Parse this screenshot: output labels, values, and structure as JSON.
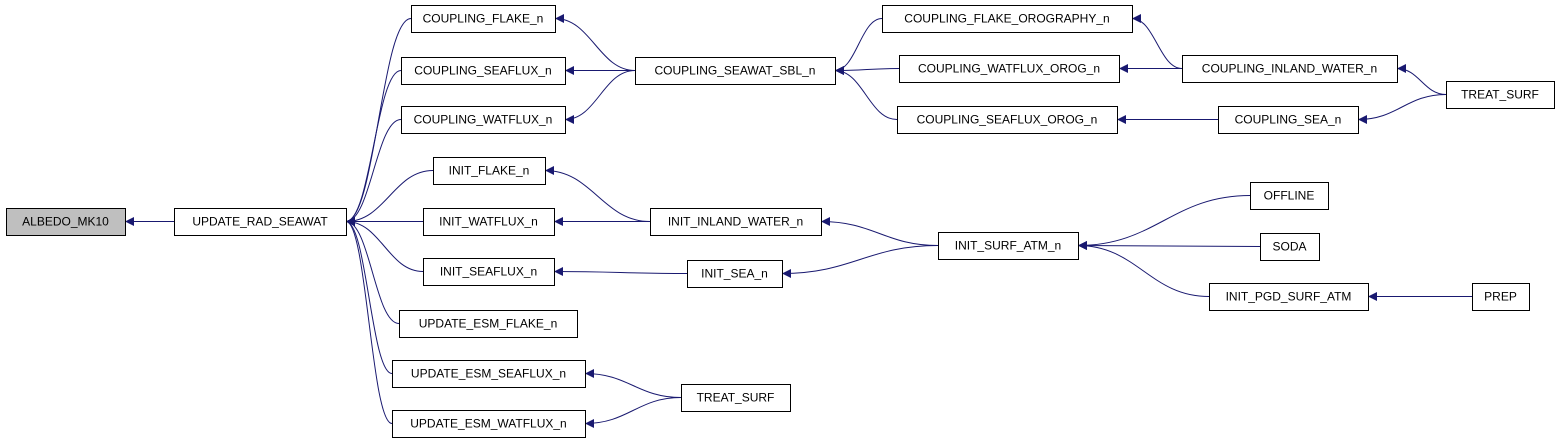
{
  "graph": {
    "edge_color": "#191970",
    "root_fill": "#bfbfbf",
    "nodes": [
      {
        "id": "albedo",
        "label": "ALBEDO_MK10",
        "root": true
      },
      {
        "id": "update_rad",
        "label": "UPDATE_RAD_SEAWAT"
      },
      {
        "id": "c_flake",
        "label": "COUPLING_FLAKE_n"
      },
      {
        "id": "c_seaflux",
        "label": "COUPLING_SEAFLUX_n"
      },
      {
        "id": "c_watflux",
        "label": "COUPLING_WATFLUX_n"
      },
      {
        "id": "i_flake",
        "label": "INIT_FLAKE_n"
      },
      {
        "id": "i_watflux",
        "label": "INIT_WATFLUX_n"
      },
      {
        "id": "i_seaflux",
        "label": "INIT_SEAFLUX_n"
      },
      {
        "id": "u_esm_flake",
        "label": "UPDATE_ESM_FLAKE_n"
      },
      {
        "id": "u_esm_seaflux",
        "label": "UPDATE_ESM_SEAFLUX_n"
      },
      {
        "id": "u_esm_watflux",
        "label": "UPDATE_ESM_WATFLUX_n"
      },
      {
        "id": "c_seawat_sbl",
        "label": "COUPLING_SEAWAT_SBL_n"
      },
      {
        "id": "i_inland",
        "label": "INIT_INLAND_WATER_n"
      },
      {
        "id": "i_sea",
        "label": "INIT_SEA_n"
      },
      {
        "id": "treat_surf_a",
        "label": "TREAT_SURF"
      },
      {
        "id": "c_flake_orog",
        "label": "COUPLING_FLAKE_OROGRAPHY_n"
      },
      {
        "id": "c_watflux_orog",
        "label": "COUPLING_WATFLUX_OROG_n"
      },
      {
        "id": "c_seaflux_orog",
        "label": "COUPLING_SEAFLUX_OROG_n"
      },
      {
        "id": "i_surf_atm",
        "label": "INIT_SURF_ATM_n"
      },
      {
        "id": "c_inland",
        "label": "COUPLING_INLAND_WATER_n"
      },
      {
        "id": "c_sea",
        "label": "COUPLING_SEA_n"
      },
      {
        "id": "offline",
        "label": "OFFLINE"
      },
      {
        "id": "soda",
        "label": "SODA"
      },
      {
        "id": "i_pgd",
        "label": "INIT_PGD_SURF_ATM"
      },
      {
        "id": "treat_surf_b",
        "label": "TREAT_SURF"
      },
      {
        "id": "prep",
        "label": "PREP"
      }
    ],
    "edges": [
      {
        "from": "update_rad",
        "to": "albedo"
      },
      {
        "from": "c_flake",
        "to": "update_rad"
      },
      {
        "from": "c_seaflux",
        "to": "update_rad"
      },
      {
        "from": "c_watflux",
        "to": "update_rad"
      },
      {
        "from": "i_flake",
        "to": "update_rad"
      },
      {
        "from": "i_watflux",
        "to": "update_rad"
      },
      {
        "from": "i_seaflux",
        "to": "update_rad"
      },
      {
        "from": "u_esm_flake",
        "to": "update_rad"
      },
      {
        "from": "u_esm_seaflux",
        "to": "update_rad"
      },
      {
        "from": "u_esm_watflux",
        "to": "update_rad"
      },
      {
        "from": "c_seawat_sbl",
        "to": "c_flake"
      },
      {
        "from": "c_seawat_sbl",
        "to": "c_seaflux"
      },
      {
        "from": "c_seawat_sbl",
        "to": "c_watflux"
      },
      {
        "from": "i_inland",
        "to": "i_flake"
      },
      {
        "from": "i_inland",
        "to": "i_watflux"
      },
      {
        "from": "i_sea",
        "to": "i_seaflux"
      },
      {
        "from": "treat_surf_a",
        "to": "u_esm_seaflux"
      },
      {
        "from": "treat_surf_a",
        "to": "u_esm_watflux"
      },
      {
        "from": "c_flake_orog",
        "to": "c_seawat_sbl"
      },
      {
        "from": "c_watflux_orog",
        "to": "c_seawat_sbl"
      },
      {
        "from": "c_seaflux_orog",
        "to": "c_seawat_sbl"
      },
      {
        "from": "c_inland",
        "to": "c_flake_orog"
      },
      {
        "from": "c_inland",
        "to": "c_watflux_orog"
      },
      {
        "from": "c_sea",
        "to": "c_seaflux_orog"
      },
      {
        "from": "treat_surf_b",
        "to": "c_inland"
      },
      {
        "from": "treat_surf_b",
        "to": "c_sea"
      },
      {
        "from": "i_surf_atm",
        "to": "i_inland"
      },
      {
        "from": "i_surf_atm",
        "to": "i_sea"
      },
      {
        "from": "offline",
        "to": "i_surf_atm"
      },
      {
        "from": "soda",
        "to": "i_surf_atm"
      },
      {
        "from": "i_pgd",
        "to": "i_surf_atm"
      },
      {
        "from": "prep",
        "to": "i_pgd"
      }
    ]
  }
}
